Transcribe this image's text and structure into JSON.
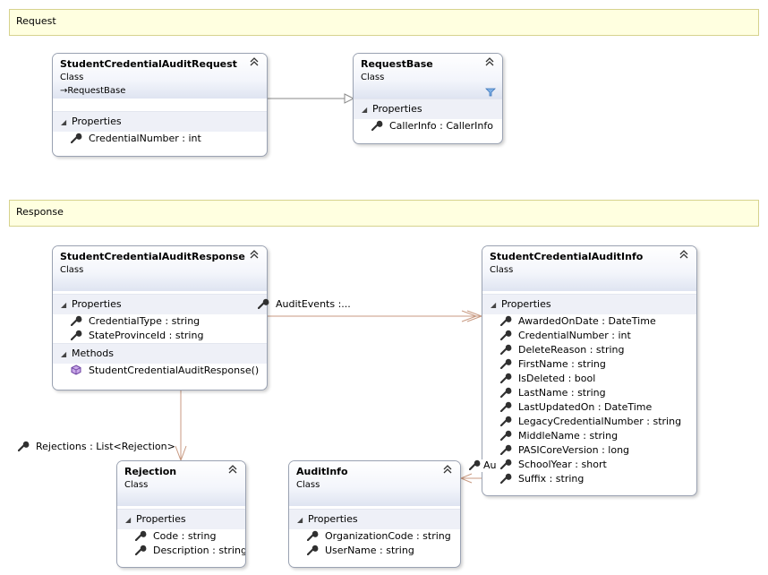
{
  "regions": {
    "request": "Request",
    "response": "Response"
  },
  "classes": {
    "scar": {
      "name": "StudentCredentialAuditRequest",
      "kind": "Class",
      "base": "RequestBase",
      "sections": {
        "properties": "Properties"
      },
      "properties": [
        "CredentialNumber : int"
      ]
    },
    "requestBase": {
      "name": "RequestBase",
      "kind": "Class",
      "sections": {
        "properties": "Properties"
      },
      "properties": [
        "CallerInfo : CallerInfo"
      ]
    },
    "scaresp": {
      "name": "StudentCredentialAuditResponse",
      "kind": "Class",
      "sections": {
        "properties": "Properties",
        "methods": "Methods"
      },
      "properties": [
        "CredentialType : string",
        "StateProvinceId : string"
      ],
      "methods": [
        "StudentCredentialAuditResponse()"
      ]
    },
    "scainfo": {
      "name": "StudentCredentialAuditInfo",
      "kind": "Class",
      "sections": {
        "properties": "Properties"
      },
      "properties": [
        "AwardedOnDate : DateTime",
        "CredentialNumber : int",
        "DeleteReason : string",
        "FirstName : string",
        "IsDeleted : bool",
        "LastName : string",
        "LastUpdatedOn : DateTime",
        "LegacyCredentialNumber : string",
        "MiddleName : string",
        "PASICoreVersion : long",
        "SchoolYear : short",
        "Suffix : string"
      ]
    },
    "rejection": {
      "name": "Rejection",
      "kind": "Class",
      "sections": {
        "properties": "Properties"
      },
      "properties": [
        "Code : string",
        "Description : string"
      ]
    },
    "auditInfo": {
      "name": "AuditInfo",
      "kind": "Class",
      "sections": {
        "properties": "Properties"
      },
      "properties": [
        "OrganizationCode : string",
        "UserName : string"
      ]
    }
  },
  "associations": {
    "auditEvents": "AuditEvents :...",
    "rejections": "Rejections : List<Rejection>",
    "au": "Au"
  },
  "glyphs": {
    "collapse": "⌃",
    "expanded": "◢",
    "arrow": "→"
  }
}
